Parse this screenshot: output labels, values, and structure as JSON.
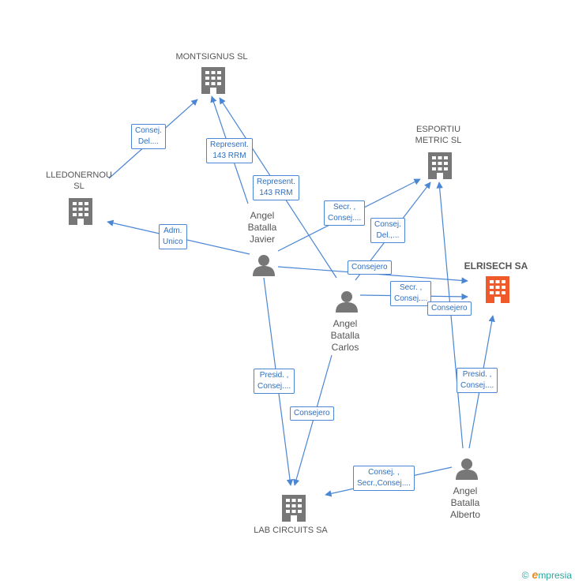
{
  "colors": {
    "edge": "#4a86d4",
    "building": "#777777",
    "building_main": "#f05a2a",
    "person": "#777777",
    "label": "#555555"
  },
  "nodes": {
    "montsignus": {
      "label": "MONTSIGNUS SL",
      "icon": "building-icon"
    },
    "lledonernou": {
      "line1": "LLEDONERNOU",
      "line2": "SL",
      "icon": "building-icon"
    },
    "esportiu": {
      "line1": "ESPORTIU",
      "line2": "METRIC SL",
      "icon": "building-icon"
    },
    "elrisech": {
      "label": "ELRISECH SA",
      "icon": "building-icon"
    },
    "labcircuits": {
      "label": "LAB CIRCUITS SA",
      "icon": "building-icon"
    },
    "javier": {
      "line1": "Angel",
      "line2": "Batalla",
      "line3": "Javier",
      "icon": "person-icon"
    },
    "carlos": {
      "line1": "Angel",
      "line2": "Batalla",
      "line3": "Carlos",
      "icon": "person-icon"
    },
    "alberto": {
      "line1": "Angel",
      "line2": "Batalla",
      "line3": "Alberto",
      "icon": "person-icon"
    }
  },
  "edges": [
    {
      "line1": "Consej.",
      "line2": "Del...."
    },
    {
      "line1": "Represent.",
      "line2": "143 RRM"
    },
    {
      "line1": "Represent.",
      "line2": "143 RRM"
    },
    {
      "line1": "Adm.",
      "line2": "Unico"
    },
    {
      "line1": "Secr. ,",
      "line2": "Consej...."
    },
    {
      "line1": "Consej.",
      "line2": "Del.,..."
    },
    {
      "line1": "Consejero"
    },
    {
      "line1": "Secr. ,",
      "line2": "Consej...."
    },
    {
      "line1": "Consejero"
    },
    {
      "line1": "Presid. ,",
      "line2": "Consej...."
    },
    {
      "line1": "Consejero"
    },
    {
      "line1": "Presid. ,",
      "line2": "Consej...."
    },
    {
      "line1": "Consej. ,",
      "line2": "Secr.,Consej...."
    }
  ],
  "brand": {
    "copyright": "©",
    "initial": "e",
    "name": "mpresia"
  }
}
